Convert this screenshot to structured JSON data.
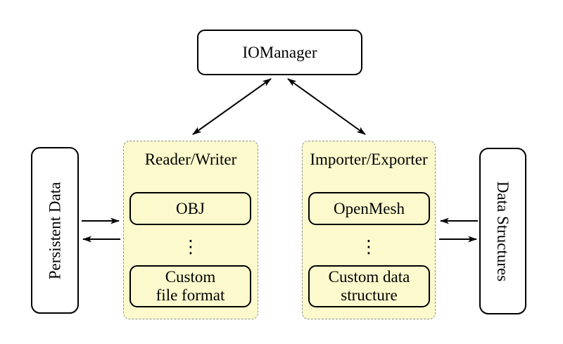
{
  "diagram": {
    "nodes": {
      "iomanager": {
        "label": "IOManager"
      },
      "persistent_data": {
        "label": "Persistent Data"
      },
      "data_structures": {
        "label": "Data Structures"
      }
    },
    "panels": {
      "reader_writer": {
        "title": "Reader/Writer",
        "ellipsis": "⋮",
        "items": [
          {
            "label": "OBJ"
          },
          {
            "label": "Custom\nfile format"
          }
        ]
      },
      "importer_exporter": {
        "title": "Importer/Exporter",
        "ellipsis": "⋮",
        "items": [
          {
            "label": "OpenMesh"
          },
          {
            "label": "Custom data\nstructure"
          }
        ]
      }
    },
    "edges": [
      {
        "from": "IOManager",
        "to": "Reader/Writer",
        "style": "bidirectional"
      },
      {
        "from": "IOManager",
        "to": "Importer/Exporter",
        "style": "bidirectional"
      },
      {
        "from": "Persistent Data",
        "to": "Reader/Writer",
        "style": "one-way"
      },
      {
        "from": "Reader/Writer",
        "to": "Persistent Data",
        "style": "one-way"
      },
      {
        "from": "Data Structures",
        "to": "Importer/Exporter",
        "style": "one-way"
      },
      {
        "from": "Importer/Exporter",
        "to": "Data Structures",
        "style": "one-way"
      }
    ],
    "colors": {
      "background": "#FFFFFF",
      "panel_fill": "#FCFACD",
      "panel_border": "#8F8F8F",
      "node_fill": "#FFFFFF",
      "node_border": "#000000",
      "arrow": "#000000",
      "text": "#000000"
    }
  }
}
